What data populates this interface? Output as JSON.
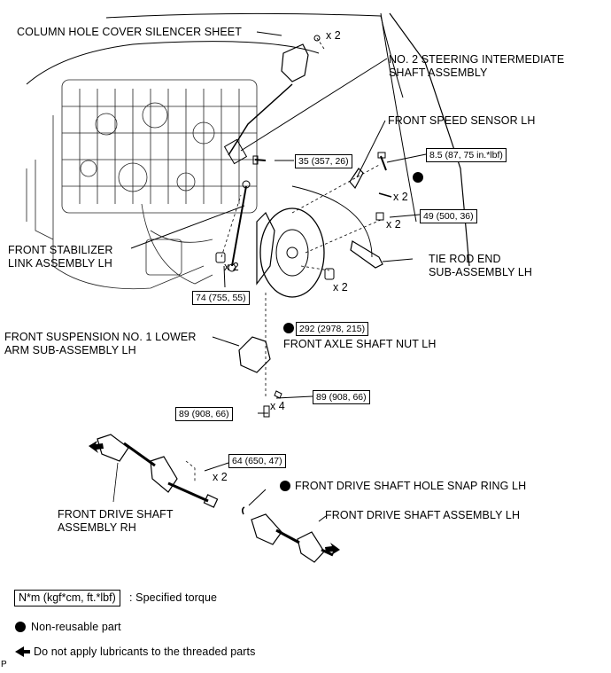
{
  "labels": {
    "column_hole_cover": "COLUMN HOLE COVER SILENCER SHEET",
    "steering_shaft_1": "NO. 2 STEERING INTERMEDIATE",
    "steering_shaft_2": "SHAFT ASSEMBLY",
    "speed_sensor": "FRONT SPEED SENSOR LH",
    "stabilizer_link_1": "FRONT STABILIZER",
    "stabilizer_link_2": "LINK ASSEMBLY LH",
    "tie_rod_1": "TIE ROD END",
    "tie_rod_2": "SUB-ASSEMBLY LH",
    "lower_arm_1": "FRONT SUSPENSION NO. 1 LOWER",
    "lower_arm_2": "ARM SUB-ASSEMBLY LH",
    "axle_nut": "FRONT AXLE SHAFT NUT LH",
    "snap_ring": "FRONT DRIVE SHAFT HOLE SNAP RING LH",
    "shaft_lh": "FRONT DRIVE SHAFT ASSEMBLY LH",
    "shaft_rh_1": "FRONT DRIVE SHAFT",
    "shaft_rh_2": "ASSEMBLY RH"
  },
  "torques": {
    "steering_bolt": "35 (357, 26)",
    "speed_sensor_bolt": "8.5 (87, 75 in.*lbf)",
    "tie_rod_nut": "49 (500, 36)",
    "stabilizer_nut": "74 (755, 55)",
    "axle_nut": "292 (2978, 215)",
    "lower_arm_nut": "89 (908, 66)",
    "lower_arm_bolt": "89 (908, 66)",
    "shaft_bolt": "64 (650, 47)"
  },
  "multipliers": {
    "cover_clip": "x 2",
    "cotter_pin": "x 2",
    "tie_rod_nut": "x 2",
    "stabilizer_nut": "x 2",
    "axle_nut": "x 2",
    "lower_arm_nut": "x 4",
    "shaft_bolt": "x 2"
  },
  "legend": {
    "torque_box": "N*m (kgf*cm, ft.*lbf)",
    "torque_text": ": Specified torque",
    "nonreusable": "Non-reusable part",
    "no_lube": "Do not apply lubricants to the threaded parts"
  },
  "corner_mark": "P"
}
